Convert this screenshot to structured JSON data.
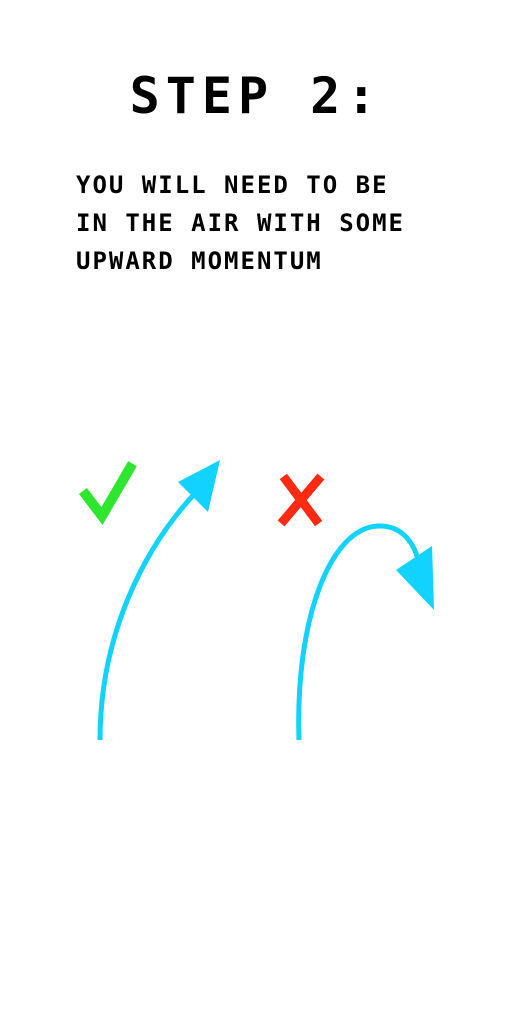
{
  "step": {
    "title": "STEP 2:",
    "lines": [
      "YOU WILL NEED TO BE",
      "IN THE AIR WITH SOME",
      "UPWARD MOMENTUM"
    ]
  },
  "examples": {
    "correct": {
      "icon": "check-icon",
      "color": "#2ee62e"
    },
    "incorrect": {
      "icon": "cross-icon",
      "color": "#ff2a12"
    },
    "arrow_color": "#12d2ff"
  }
}
